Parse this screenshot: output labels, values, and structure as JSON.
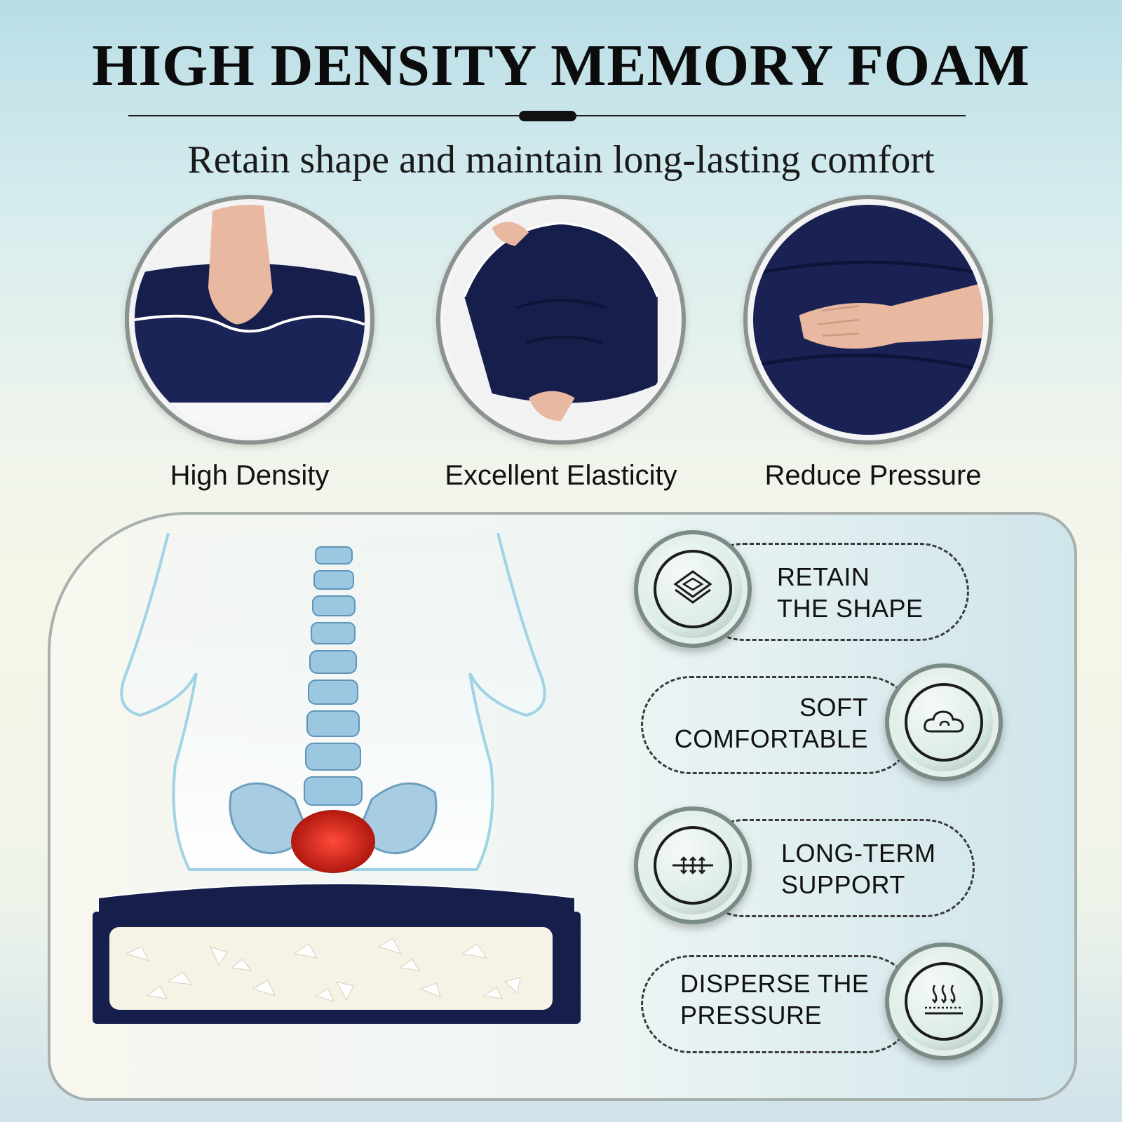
{
  "header": {
    "title": "HIGH DENSITY MEMORY FOAM",
    "subtitle": "Retain shape and maintain long-lasting comfort"
  },
  "features": [
    {
      "label": "High Density",
      "icon": "hand-press-cushion-photo"
    },
    {
      "label": "Excellent Elasticity",
      "icon": "hands-bend-cushion-photo"
    },
    {
      "label": "Reduce Pressure",
      "icon": "hand-on-cushion-photo"
    }
  ],
  "benefits": [
    {
      "line1": "RETAIN",
      "line2": "THE SHAPE",
      "icon": "layered-shape-icon"
    },
    {
      "line1": "SOFT",
      "line2": "COMFORTABLE",
      "icon": "cloud-icon"
    },
    {
      "line1": "LONG-TERM",
      "line2": "SUPPORT",
      "icon": "support-arrows-icon"
    },
    {
      "line1": "DISPERSE THE",
      "line2": "PRESSURE",
      "icon": "heat-waves-icon"
    }
  ],
  "colors": {
    "navy": "#141c48",
    "accent_red": "#d0261c",
    "dashed_border": "#3a3a3a"
  }
}
